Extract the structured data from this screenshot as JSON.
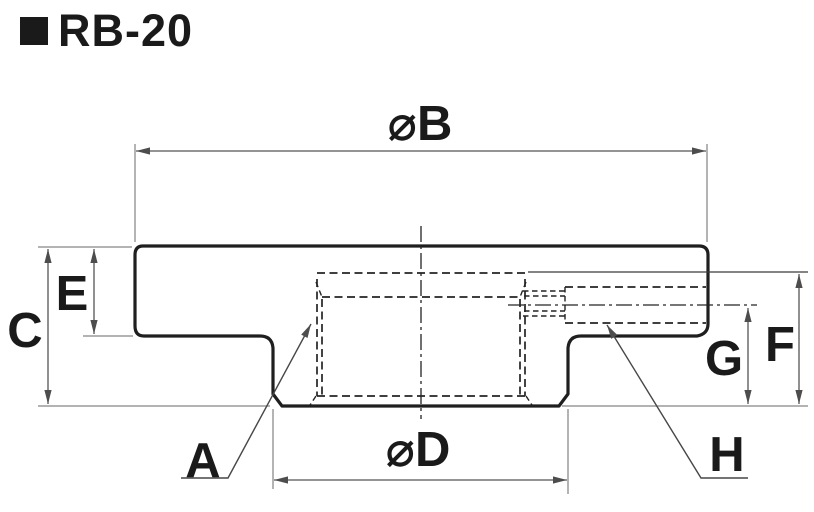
{
  "title": {
    "text": "RB-20"
  },
  "dimensions": {
    "b": "⌀B",
    "c": "C",
    "d": "⌀D",
    "e": "E",
    "f": "F",
    "g": "G"
  },
  "callouts": {
    "a": "A",
    "h": "H"
  },
  "colors": {
    "outline": "#1f1f1f",
    "hidden_line": "#242424",
    "dimension_line": "#555555",
    "extension_line": "#9a9a9a",
    "text": "#1a1a1a",
    "background": "#ffffff"
  }
}
